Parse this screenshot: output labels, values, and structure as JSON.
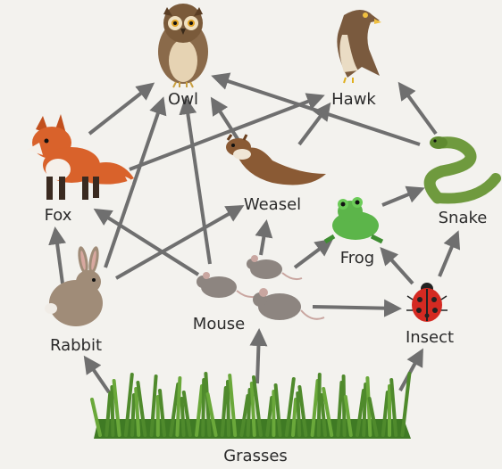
{
  "diagram": {
    "organisms": {
      "owl": "Owl",
      "hawk": "Hawk",
      "fox": "Fox",
      "weasel": "Weasel",
      "snake": "Snake",
      "frog": "Frog",
      "rabbit": "Rabbit",
      "mouse": "Mouse",
      "insect": "Insect",
      "grasses": "Grasses"
    },
    "links": [
      [
        "fox",
        "owl"
      ],
      [
        "fox",
        "hawk"
      ],
      [
        "rabbit",
        "fox"
      ],
      [
        "rabbit",
        "owl"
      ],
      [
        "rabbit",
        "weasel"
      ],
      [
        "mouse",
        "fox"
      ],
      [
        "mouse",
        "owl"
      ],
      [
        "mouse",
        "weasel"
      ],
      [
        "mouse",
        "frog"
      ],
      [
        "mouse",
        "insect"
      ],
      [
        "weasel",
        "owl"
      ],
      [
        "weasel",
        "hawk"
      ],
      [
        "snake",
        "owl"
      ],
      [
        "snake",
        "hawk"
      ],
      [
        "frog",
        "snake"
      ],
      [
        "insect",
        "frog"
      ],
      [
        "insect",
        "snake"
      ],
      [
        "grasses",
        "rabbit"
      ],
      [
        "grasses",
        "mouse"
      ],
      [
        "grasses",
        "insect"
      ]
    ],
    "colors": {
      "arrow": "#6f6f6f",
      "background": "#f3f2ee",
      "grass": "#4f8a2c",
      "fox": "#d9622b",
      "frog": "#5cb54a",
      "snake": "#6f9a3e",
      "ladybug": "#d42a22"
    }
  }
}
